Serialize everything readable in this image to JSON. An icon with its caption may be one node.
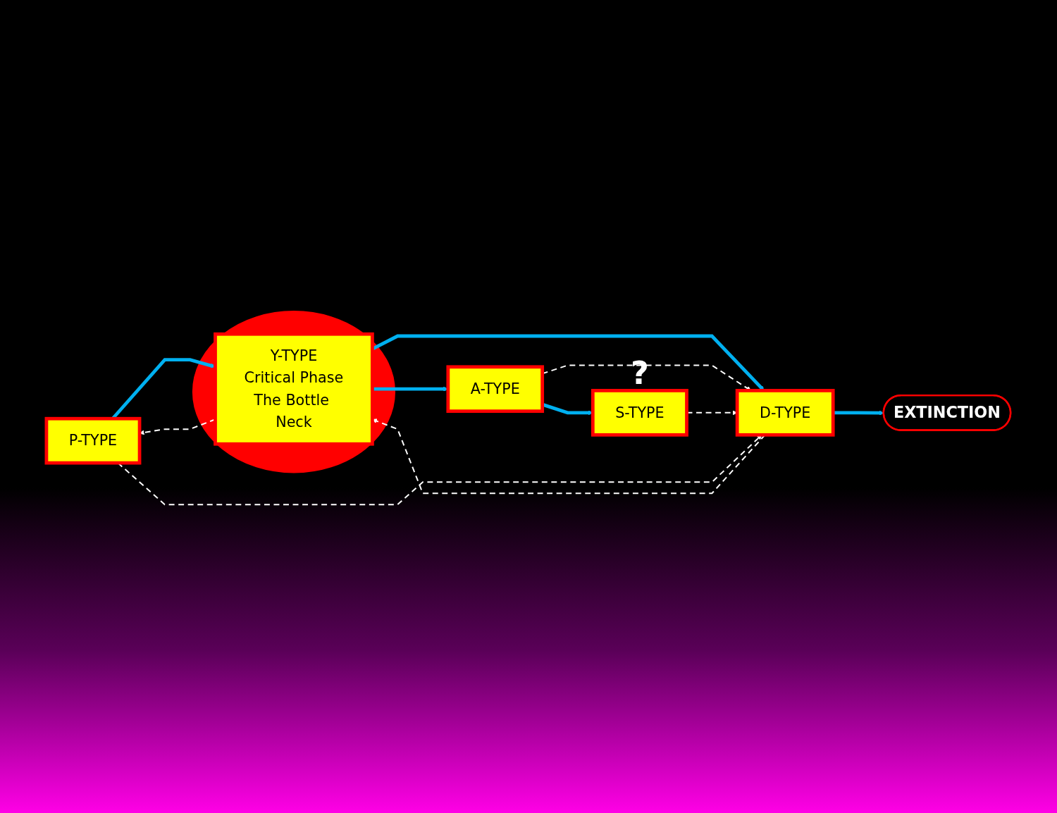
{
  "diagram": {
    "nodes": [
      {
        "text": [
          "P-TYPE"
        ]
      },
      {
        "text": [],
        "shape": "ellipse"
      },
      {
        "text": [
          "Y-TYPE",
          "Critical Phase",
          "The Bottle Neck"
        ],
        "in": 1
      },
      {
        "text": [
          "A-TYPE"
        ]
      },
      {
        "text": [
          "S-TYPE"
        ],
        "beside": [
          "?"
        ]
      },
      {
        "text": [
          "D-TYPE"
        ]
      },
      {
        "text": [
          "EXTINCTION"
        ]
      }
    ],
    "edges": [
      {
        "from": 0,
        "to": 2,
        "arrow": "to",
        "style": "thick",
        "color": "#00b0f0"
      },
      {
        "from": 2,
        "to": 3,
        "arrow": "to",
        "style": "thick",
        "color": "#00b0f0"
      },
      {
        "from": 2,
        "to": 5,
        "arrow": "to",
        "style": "thick",
        "color": "#00b0f0"
      },
      {
        "from": 3,
        "to": 4,
        "arrow": "to",
        "style": "thick",
        "color": "#00b0f0"
      },
      {
        "from": 5,
        "to": 6,
        "arrow": "to",
        "style": "thick",
        "color": "#00b0f0"
      },
      {
        "from": 3,
        "to": 5,
        "arrow": "to",
        "style": "dashed",
        "color": "#ffffff"
      },
      {
        "from": 4,
        "to": 5,
        "arrow": "to",
        "style": "dashed",
        "color": "#ffffff"
      },
      {
        "from": 0,
        "to": 5,
        "arrow": "to",
        "style": "dashed",
        "color": "#ffffff"
      },
      {
        "from": 2,
        "to": 0,
        "arrow": "to",
        "style": "dashed",
        "color": "#ffffff"
      },
      {
        "from": 5,
        "to": 2,
        "arrow": "to",
        "style": "dashed",
        "color": "#ffffff"
      }
    ]
  }
}
